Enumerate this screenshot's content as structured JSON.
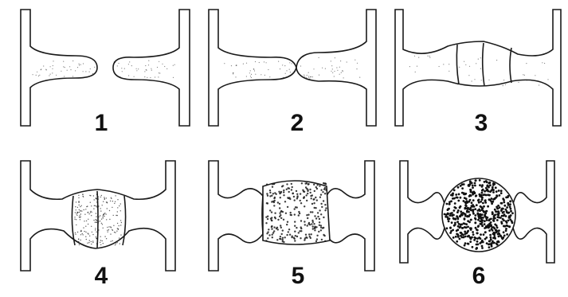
{
  "figure": {
    "panels": [
      {
        "label": "1",
        "stage": "papillae-approach"
      },
      {
        "label": "2",
        "stage": "papillae-contact"
      },
      {
        "label": "3",
        "stage": "conjugation-tube-formed"
      },
      {
        "label": "4",
        "stage": "gametangia-fused"
      },
      {
        "label": "5",
        "stage": "young-zygospore"
      },
      {
        "label": "6",
        "stage": "mature-zygospore"
      }
    ]
  },
  "colors": {
    "ink": "#1a1a1a",
    "background": "#ffffff"
  }
}
